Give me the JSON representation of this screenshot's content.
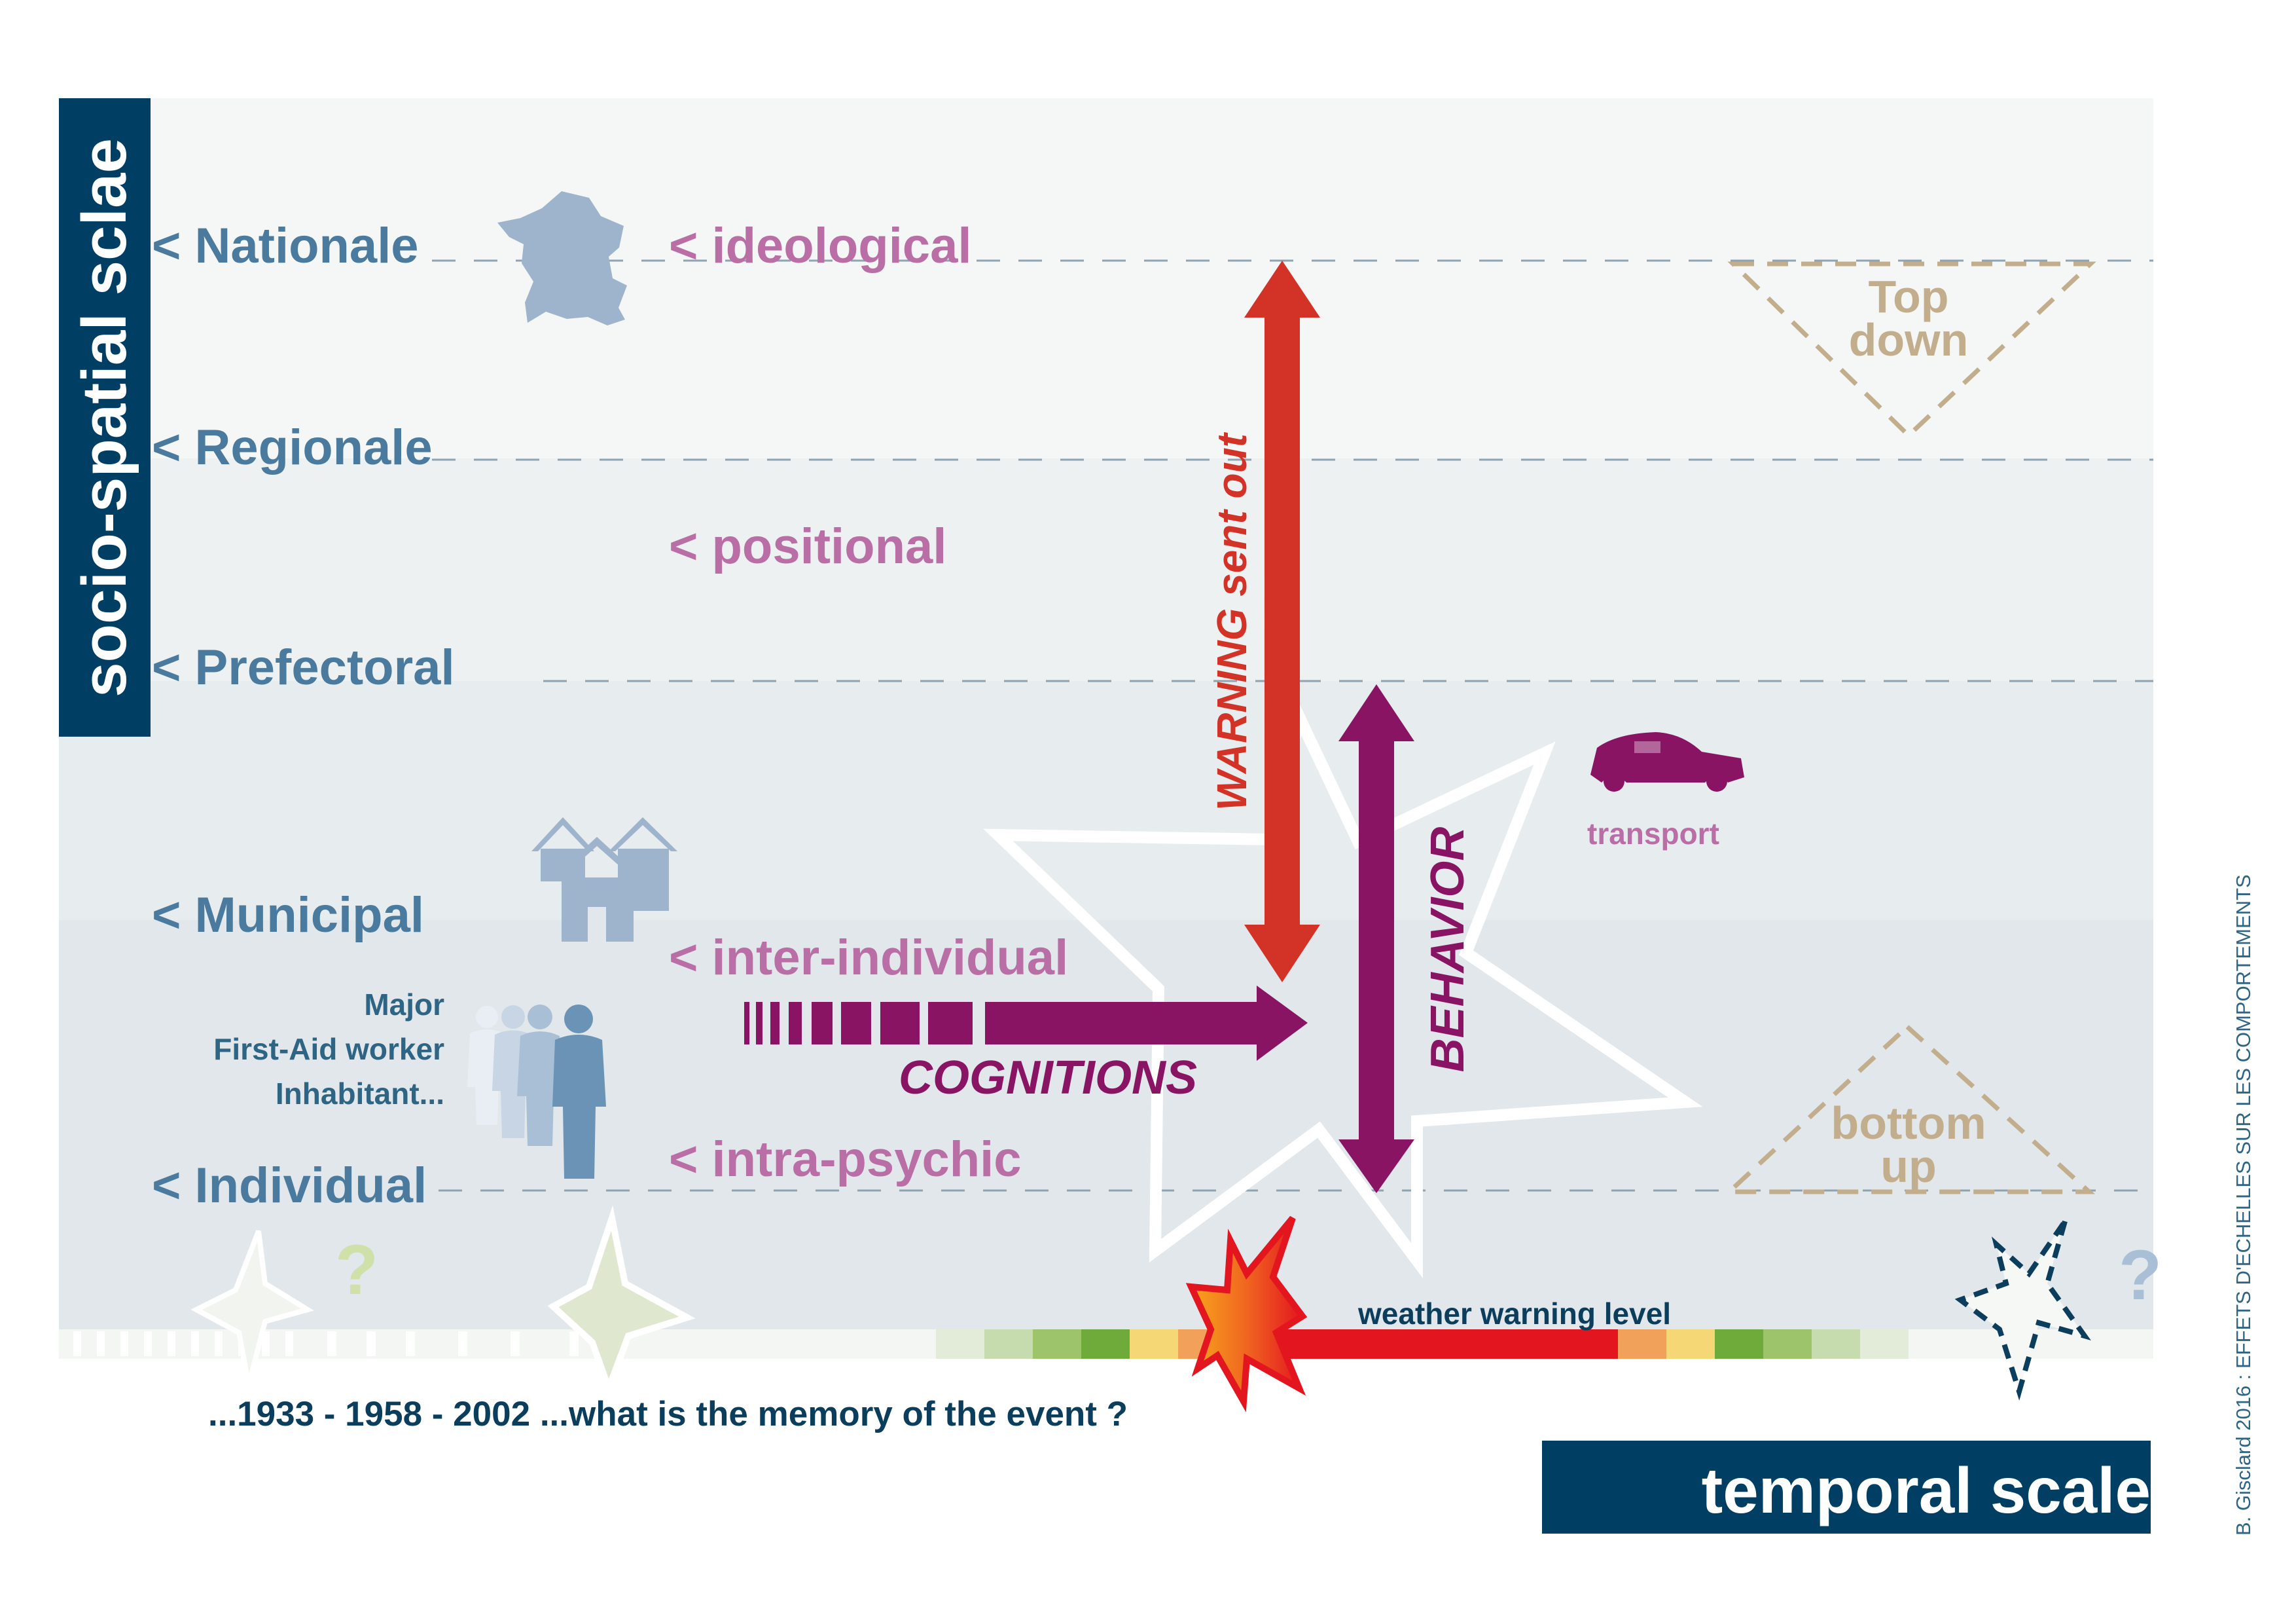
{
  "axes": {
    "y_title": "socio-spatial sclae",
    "x_title": "temporal scale"
  },
  "scales": {
    "nationale": "< Nationale",
    "regionale": "< Regionale",
    "prefectoral": "< Prefectoral",
    "municipal": "< Municipal",
    "individual": "< Individual"
  },
  "categories": {
    "ideological": "< ideological",
    "positional": "< positional",
    "inter_individual": "< inter-individual",
    "intra_psychic": "< intra-psychic"
  },
  "roles": [
    "Major",
    "First-Aid worker",
    "Inhabitant..."
  ],
  "arrows": {
    "warning": "WARNING sent out",
    "behavior": "BEHAVIOR",
    "cognitions": "COGNITIONS"
  },
  "transport": "transport",
  "weather_warning": "weather warning level",
  "memory": "...1933 - 1958 - 2002 ...what is the memory of the event ?",
  "top_down": [
    "Top",
    "down"
  ],
  "bottom_up": [
    "bottom",
    "up"
  ],
  "question_mark": "?",
  "credit": "B. Gisclard 2016 : EFFETS D'ECHELLES SUR LES COMPORTEMENTS",
  "icons": [
    "france-map-icon",
    "houses-icon",
    "people-icon",
    "car-icon",
    "starburst-icon"
  ],
  "colors": {
    "navy": "#003f63",
    "scale_blue": "#4a7a9e",
    "category_pink": "#b96ea6",
    "warning_red": "#d33327",
    "behavior_purple": "#8a1464",
    "dash_tan": "#c2ae8c",
    "warning_scale": [
      "#e3ebd9",
      "#c7dcae",
      "#9dc46a",
      "#6fab3a",
      "#f6d776",
      "#f2a15a",
      "#e3151f"
    ]
  }
}
